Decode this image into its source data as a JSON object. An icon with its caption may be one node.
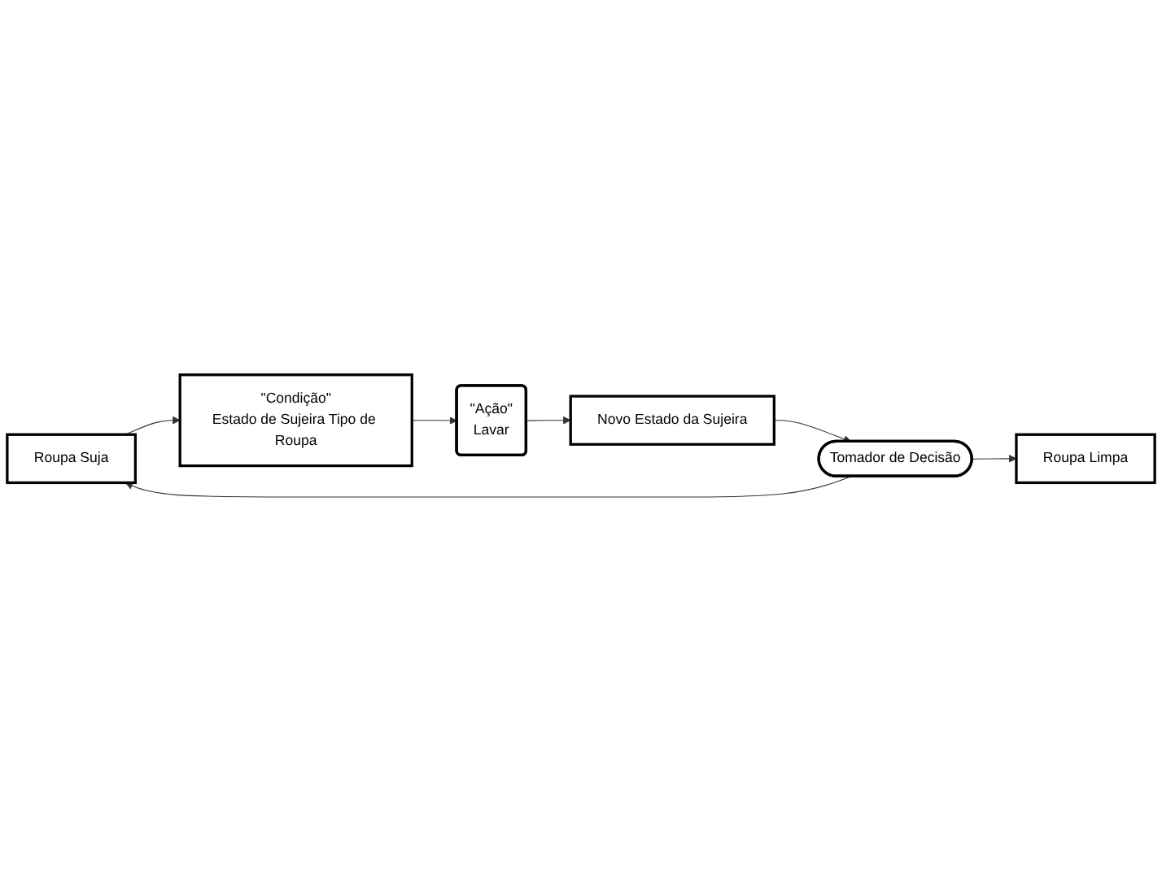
{
  "diagram": {
    "nodes": [
      {
        "text": [
          "Roupa Suja"
        ]
      },
      {
        "text": [
          "\"Condição\"",
          "Estado de Sujeira Tipo de Roupa"
        ]
      },
      {
        "text": [
          "\"Ação\"",
          "Lavar"
        ]
      },
      {
        "text": [
          "Novo Estado da Sujeira"
        ]
      },
      {
        "text": [
          "Tomador de Decisão"
        ]
      },
      {
        "text": [
          "Roupa Limpa"
        ]
      }
    ],
    "edges": [
      {
        "from": 0,
        "to": 1,
        "arrow": "to"
      },
      {
        "from": 1,
        "to": 2,
        "arrow": "to"
      },
      {
        "from": 2,
        "to": 3,
        "arrow": "to"
      },
      {
        "from": 3,
        "to": 4,
        "arrow": "to"
      },
      {
        "from": 4,
        "to": 0,
        "arrow": "to"
      },
      {
        "from": 4,
        "to": 5,
        "arrow": "to"
      }
    ]
  }
}
